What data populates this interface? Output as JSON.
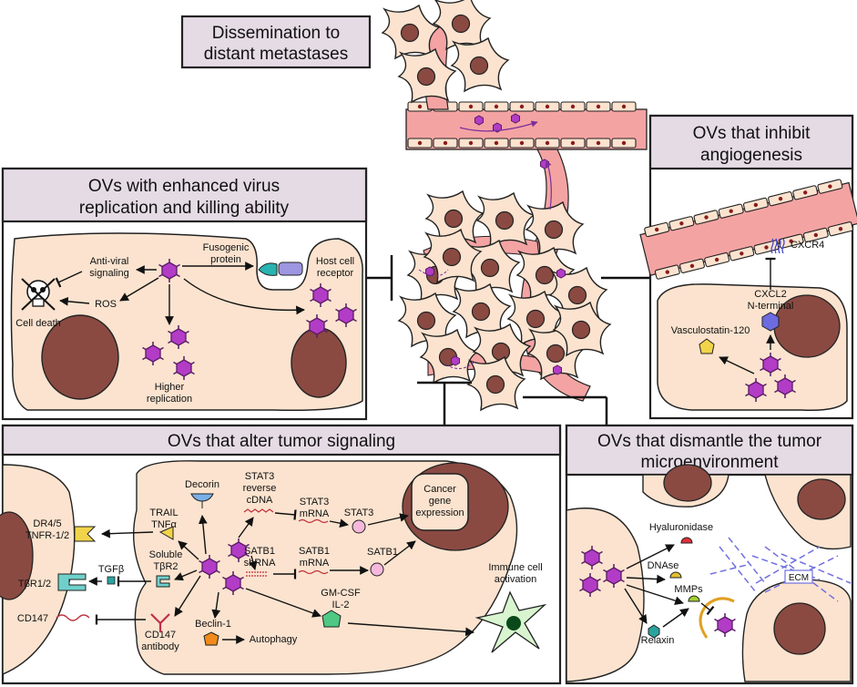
{
  "titles": {
    "dissemination": [
      "Dissemination to",
      "distant metastases"
    ],
    "angiogenesis": [
      "OVs that inhibit",
      "angiogenesis"
    ],
    "replication": [
      "OVs with enhanced virus",
      "replication and killing ability"
    ],
    "signaling": "OVs that alter tumor signaling",
    "microenv": [
      "OVs that dismantle the tumor",
      "microenvironment"
    ]
  },
  "replication_labels": {
    "antiviral": [
      "Anti-viral",
      "signaling"
    ],
    "fusogenic": [
      "Fusogenic",
      "protein"
    ],
    "host_receptor": [
      "Host cell",
      "receptor"
    ],
    "ros": "ROS",
    "cell_death": "Cell death",
    "higher_replication": [
      "Higher",
      "replication"
    ]
  },
  "angiogenesis_labels": {
    "cxcr4": "CXCR4",
    "cxcl2": [
      "CXCL2",
      "N-terminal"
    ],
    "vasculostatin": "Vasculostatin-120"
  },
  "signaling_labels": {
    "decorin": "Decorin",
    "stat3_cdna": [
      "STAT3",
      "reverse",
      "cDNA"
    ],
    "stat3_mrna": [
      "STAT3",
      "mRNA"
    ],
    "stat3": "STAT3",
    "cancer_gene": [
      "Cancer",
      "gene",
      "expression"
    ],
    "trail": [
      "TRAIL",
      "TNFα"
    ],
    "dr45": [
      "DR4/5",
      "TNFR-1/2"
    ],
    "satb1_shrna": [
      "SATB1",
      "shRNA"
    ],
    "satb1_mrna": [
      "SATB1",
      "mRNA"
    ],
    "satb1": "SATB1",
    "soluble": [
      "Soluble",
      "TβR2"
    ],
    "tgfb": "TGFβ",
    "tbr12": "TβR1/2",
    "gmcsf": [
      "GM-CSF",
      "IL-2"
    ],
    "immune": [
      "Immune cell",
      "activation"
    ],
    "cd147": "CD147",
    "cd147_antibody": [
      "CD147",
      "antibody"
    ],
    "beclin": "Beclin-1",
    "autophagy": "Autophagy"
  },
  "microenv_labels": {
    "hyaluronidase": "Hyaluronidase",
    "dnase": "DNAse",
    "mmps": "MMPs",
    "ecm": "ECM",
    "relaxin": "Relaxin"
  },
  "colors": {
    "cell_fill": "#fbe3cf",
    "nucleus": "#8a4a42",
    "vessel": "#f4a3a3",
    "vessel_dark": "#d97070",
    "virus": "#b23cc6",
    "title_box": "#e5dbe5",
    "ecm": "#7070e0",
    "immune": "#d8f5d0"
  }
}
